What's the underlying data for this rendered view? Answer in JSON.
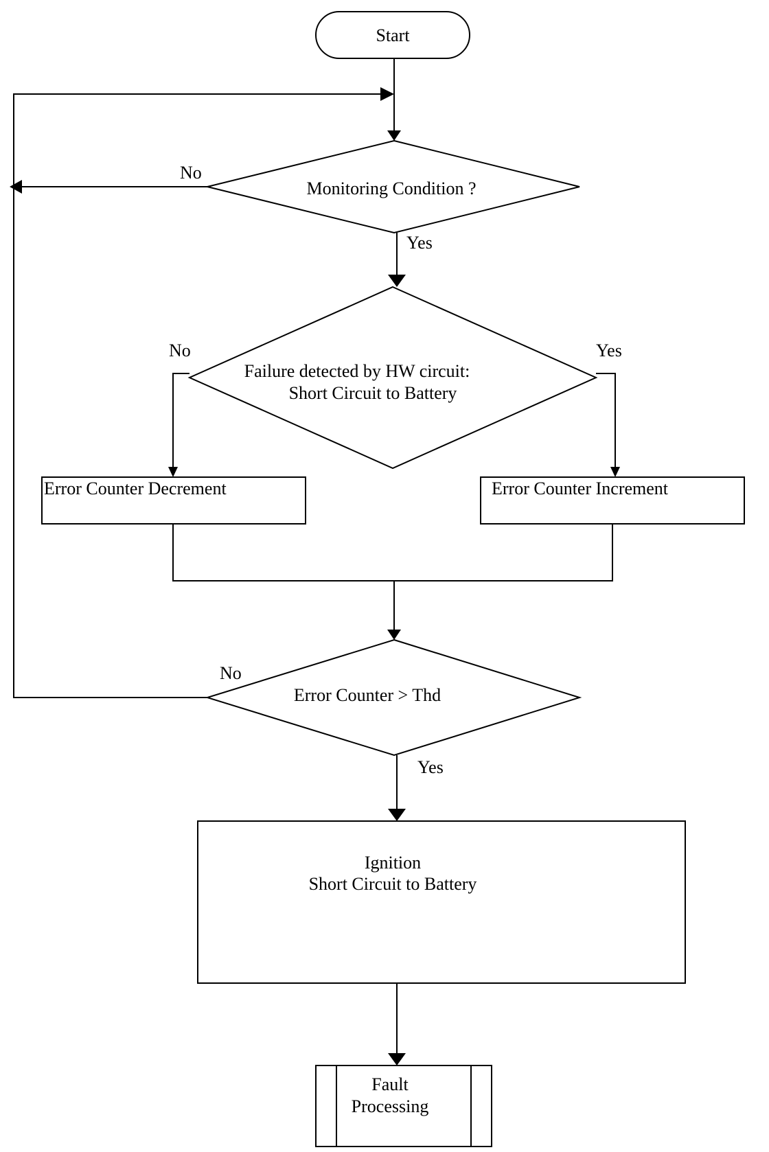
{
  "diagram": {
    "start": "Start",
    "monitoring": {
      "text": "Monitoring Condition ?",
      "no": "No",
      "yes": "Yes"
    },
    "failure": {
      "line1": "Failure detected by HW circuit:",
      "line2": "Short Circuit to Battery",
      "no": "No",
      "yes": "Yes"
    },
    "decrement": "Error Counter Decrement",
    "increment": "Error Counter Increment",
    "threshold": {
      "text": "Error Counter >  Thd",
      "no": "No",
      "yes": "Yes"
    },
    "ignition": {
      "line1": "Ignition",
      "line2": "Short Circuit to Battery"
    },
    "fault": {
      "line1": "Fault",
      "line2": "Processing"
    }
  }
}
